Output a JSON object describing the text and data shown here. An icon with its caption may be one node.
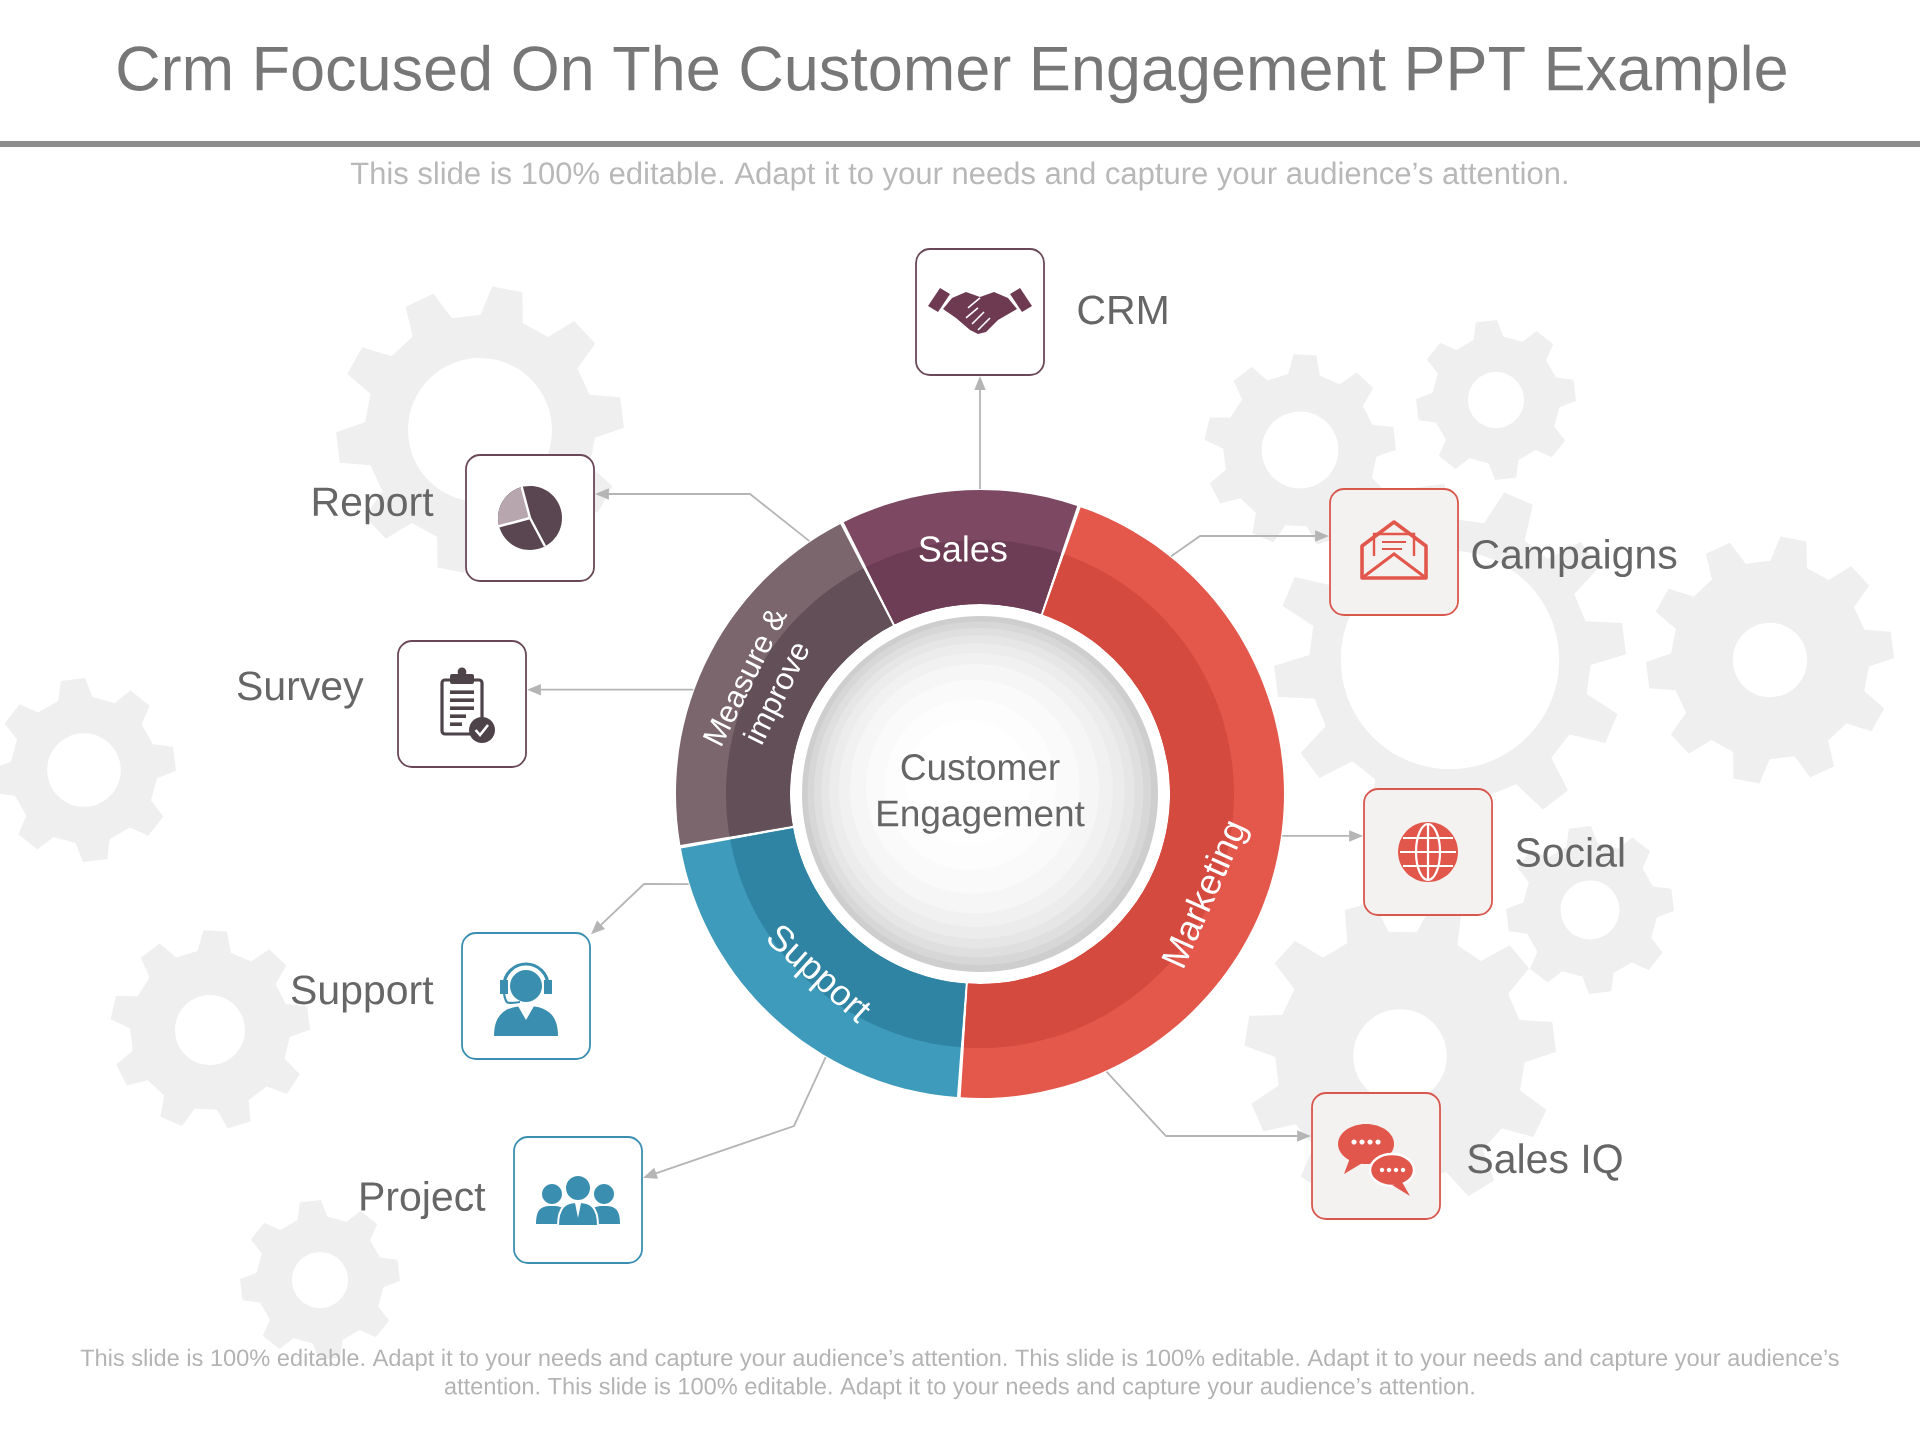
{
  "diagram": {
    "title": "Crm Focused On The Customer Engagement PPT Example",
    "nodes": [
      {
        "text": [
          "Customer Engagement"
        ]
      },
      {
        "text": [
          "Sales"
        ]
      },
      {
        "text": [
          "Marketing"
        ]
      },
      {
        "text": [
          "Support"
        ]
      },
      {
        "text": [
          "Measure & improve"
        ]
      },
      {
        "text": [
          "CRM"
        ]
      },
      {
        "text": [
          "Campaigns"
        ]
      },
      {
        "text": [
          "Social"
        ]
      },
      {
        "text": [
          "Sales IQ"
        ]
      },
      {
        "text": [
          "Project"
        ]
      },
      {
        "text": [
          "Support"
        ]
      },
      {
        "text": [
          "Survey"
        ]
      },
      {
        "text": [
          "Report"
        ]
      }
    ],
    "edges": [
      {
        "from": 1,
        "to": 5,
        "arrow": "to"
      },
      {
        "from": 2,
        "to": 6,
        "arrow": "to"
      },
      {
        "from": 2,
        "to": 7,
        "arrow": "to"
      },
      {
        "from": 2,
        "to": 8,
        "arrow": "to"
      },
      {
        "from": 3,
        "to": 9,
        "arrow": "to"
      },
      {
        "from": 3,
        "to": 10,
        "arrow": "to"
      },
      {
        "from": 4,
        "to": 11,
        "arrow": "to"
      },
      {
        "from": 4,
        "to": 12,
        "arrow": "to"
      }
    ],
    "labels": [
      "This slide is 100% editable. Adapt it to your needs and capture your audience’s attention.",
      "This slide is 100% editable. Adapt it to your needs and capture your audience’s attention. This slide is 100% editable. Adapt it to your needs and capture your audience’s attention. This slide is 100% editable. Adapt it to your needs and capture your audience’s attention."
    ]
  }
}
